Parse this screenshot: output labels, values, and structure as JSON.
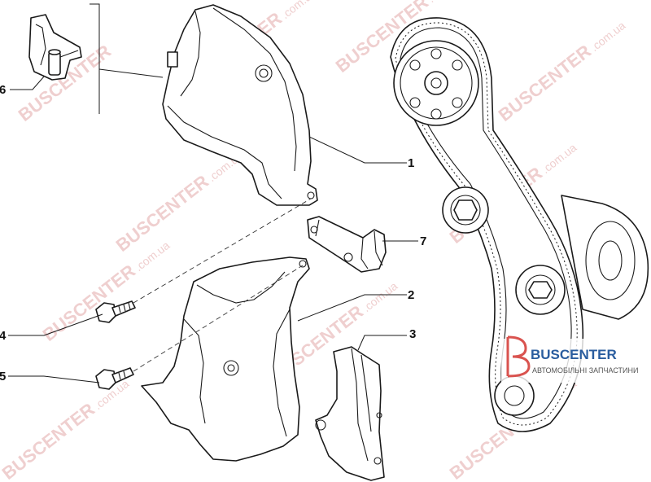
{
  "callouts": [
    {
      "id": "1",
      "label": "1"
    },
    {
      "id": "2",
      "label": "2"
    },
    {
      "id": "3",
      "label": "3"
    },
    {
      "id": "4",
      "label": "4"
    },
    {
      "id": "5",
      "label": "5"
    },
    {
      "id": "6",
      "label": "6"
    },
    {
      "id": "7",
      "label": "7"
    }
  ],
  "watermark": {
    "brand": "BUSCENTER",
    "domain": ".com.ua"
  },
  "logo": {
    "brand": "BUSCENTER",
    "tagline": "АВТОМОБІЛЬНІ ЗАПЧАСТИНИ",
    "accent_color": "#d9534f",
    "text_color": "#2a5d9f"
  }
}
